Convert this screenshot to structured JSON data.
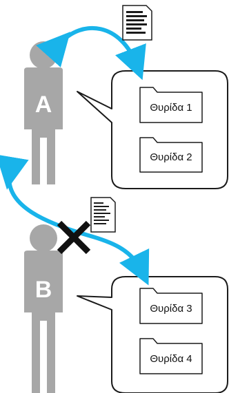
{
  "users": [
    {
      "letter": "A"
    },
    {
      "letter": "B"
    }
  ],
  "trays": [
    {
      "label": "Θυρίδα 1"
    },
    {
      "label": "Θυρίδα 2"
    },
    {
      "label": "Θυρίδα 3"
    },
    {
      "label": "Θυρίδα 4"
    }
  ],
  "colors": {
    "person": "#a7a7a7",
    "arrow": "#19b4ea",
    "cross": "#111111",
    "outline": "#1a1a1a"
  },
  "icons": [
    "document-icon",
    "document-icon",
    "cross-icon",
    "folder-icon"
  ]
}
